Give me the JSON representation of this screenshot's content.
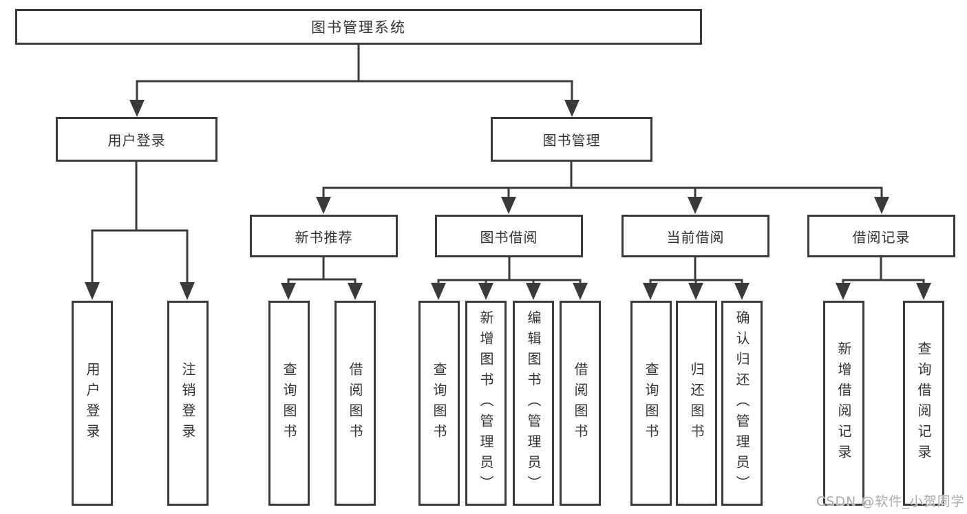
{
  "diagram": {
    "title": "图书管理系统",
    "tree": {
      "label": "图书管理系统",
      "children": [
        {
          "label": "用户登录",
          "children": [
            {
              "label": "用户登录"
            },
            {
              "label": "注销登录"
            }
          ]
        },
        {
          "label": "图书管理",
          "children": [
            {
              "label": "新书推荐",
              "children": [
                {
                  "label": "查询图书"
                },
                {
                  "label": "借阅图书"
                }
              ]
            },
            {
              "label": "图书借阅",
              "children": [
                {
                  "label": "查询图书"
                },
                {
                  "label": "新增图书（管理员）"
                },
                {
                  "label": "编辑图书（管理员）"
                },
                {
                  "label": "借阅图书"
                }
              ]
            },
            {
              "label": "当前借阅",
              "children": [
                {
                  "label": "查询图书"
                },
                {
                  "label": "归还图书"
                },
                {
                  "label": "确认归还（管理员）"
                }
              ]
            },
            {
              "label": "借阅记录",
              "children": [
                {
                  "label": "新增借阅记录"
                },
                {
                  "label": "查询借阅记录"
                }
              ]
            }
          ]
        }
      ]
    },
    "watermark": "CSDN @软件_小贺同学",
    "colors": {
      "line": "#3a3a3a",
      "text": "#333333",
      "box_background": "#ffffff",
      "watermark": "#ababab",
      "background": "#ffffff"
    }
  }
}
